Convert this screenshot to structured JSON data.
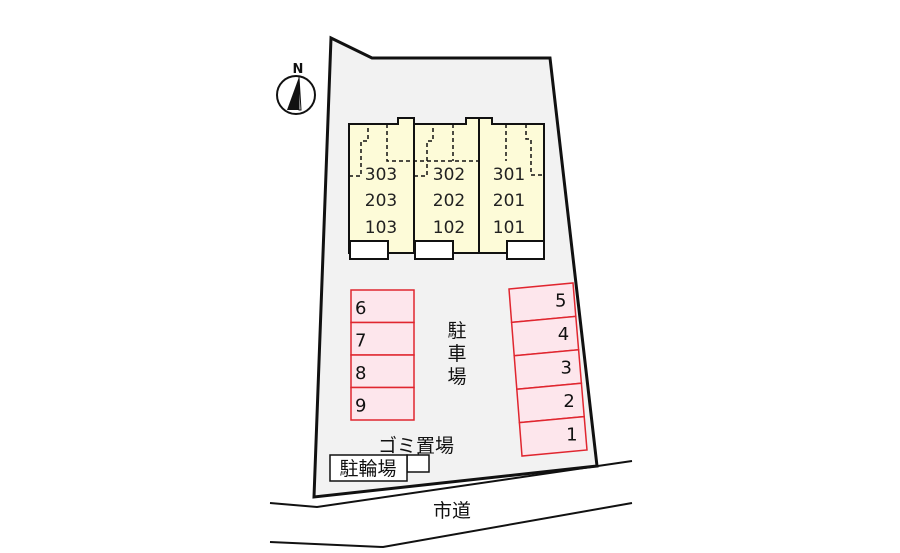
{
  "compass": {
    "label": "N"
  },
  "building": {
    "columns": [
      [
        "303",
        "203",
        "103"
      ],
      [
        "302",
        "202",
        "102"
      ],
      [
        "301",
        "201",
        "101"
      ]
    ]
  },
  "parking_left": [
    "6",
    "7",
    "8",
    "9"
  ],
  "parking_right": [
    "5",
    "4",
    "3",
    "2",
    "1"
  ],
  "labels": {
    "parking_area": [
      "駐",
      "車",
      "場"
    ],
    "garbage": "ゴミ置場",
    "bicycle": "駐輪場",
    "road": "市道"
  },
  "colors": {
    "lot": "#f2f2f2",
    "building": "#fdfbd8",
    "parking_fill": "#fde6ec",
    "parking_stroke": "#e0262f"
  }
}
